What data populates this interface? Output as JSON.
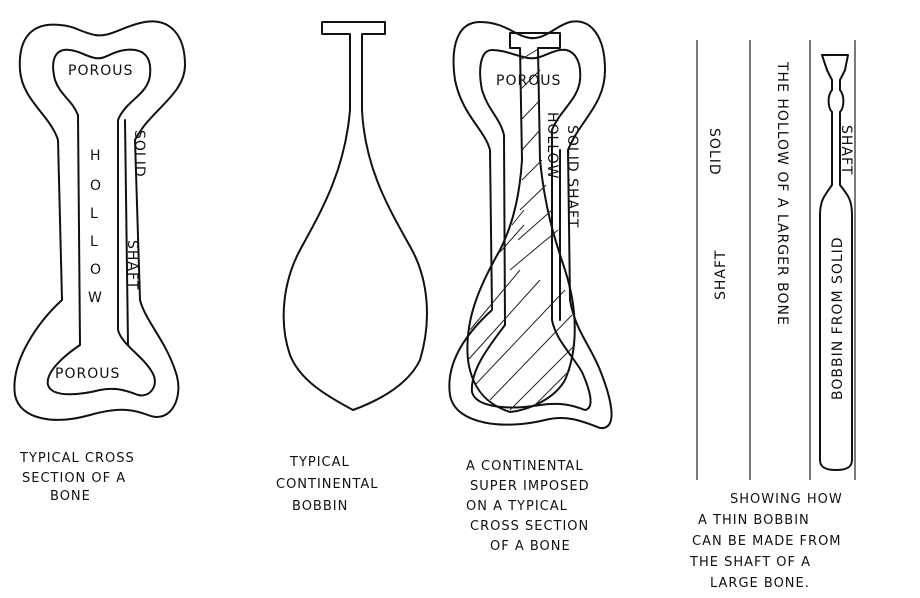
{
  "figures": [
    {
      "id": "bone",
      "labels": {
        "porous_top": "POROUS",
        "hollow": "HOLLOW",
        "solid": "SOLID",
        "shaft": "SHAFT",
        "porous_bottom": "POROUS"
      },
      "caption": [
        "TYPICAL CROSS",
        "SECTION OF A",
        "BONE"
      ]
    },
    {
      "id": "bobbin",
      "caption": [
        "TYPICAL",
        "CONTINENTAL",
        "BOBBIN"
      ]
    },
    {
      "id": "overlay",
      "labels": {
        "porous": "POROUS",
        "hollow": "HOLLOW",
        "solid_shaft": "SOLID SHAFT"
      },
      "caption": [
        "A CONTINENTAL",
        "SUPER IMPOSED",
        "ON A TYPICAL",
        "CROSS SECTION",
        "OF A BONE"
      ]
    },
    {
      "id": "shaft-diagram",
      "labels": {
        "solid": "SOLID",
        "shaft": "SHAFT",
        "hollow_of_bone": "THE HOLLOW OF A LARGER BONE",
        "shaft_small": "SHAFT",
        "bobbin_from_solid": "BOBBIN FROM SOLID"
      },
      "caption": [
        "SHOWING HOW",
        "A THIN BOBBIN",
        "CAN BE MADE FROM",
        "THE SHAFT OF A",
        "LARGE BONE."
      ]
    }
  ]
}
